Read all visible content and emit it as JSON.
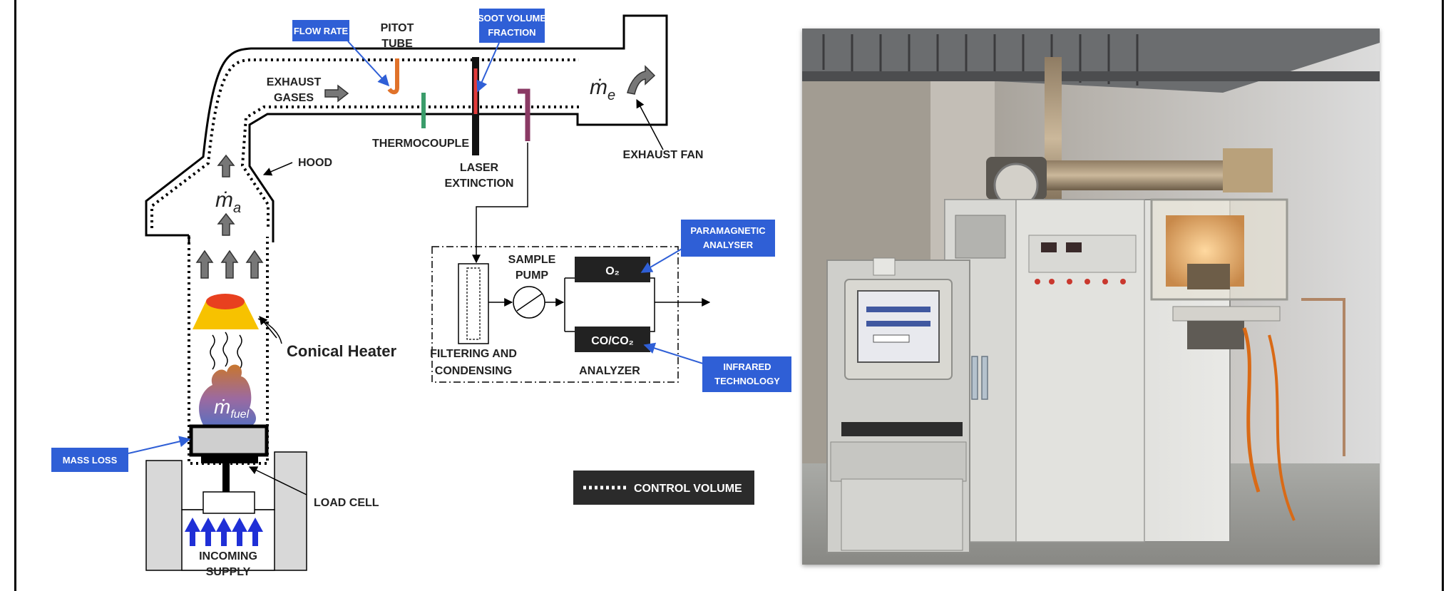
{
  "diagram": {
    "labels": {
      "flow_rate": "FLOW RATE",
      "pitot_tube": [
        "PITOT",
        "TUBE"
      ],
      "soot_volume_fraction": [
        "SOOT VOLUME",
        "FRACTION"
      ],
      "exhaust_gases": [
        "EXHAUST",
        "GASES"
      ],
      "m_e": "ṁ",
      "m_e_sub": "e",
      "thermocouple": "THERMOCOUPLE",
      "laser_extinction": [
        "LASER",
        "EXTINCTION"
      ],
      "exhaust_fan": "EXHAUST FAN",
      "hood": "HOOD",
      "m_a": "ṁ",
      "m_a_sub": "a",
      "paramagnetic_analyser": [
        "PARAMAGNETIC",
        "ANALYSER"
      ],
      "sample_pump": [
        "SAMPLE",
        "PUMP"
      ],
      "o2": "O₂",
      "co_co2": "CO/CO₂",
      "filtering_condensing": [
        "FILTERING AND",
        "CONDENSING"
      ],
      "analyzer": "ANALYZER",
      "infrared_technology": [
        "INFRARED",
        "TECHNOLOGY"
      ],
      "conical_heater": "Conical Heater",
      "m_fuel": "ṁ",
      "m_fuel_sub": "fuel",
      "mass_loss": "MASS LOSS",
      "load_cell": "LOAD CELL",
      "incoming_supply": [
        "INCOMING",
        "SUPPLY"
      ],
      "control_volume": "CONTROL VOLUME"
    },
    "colors": {
      "tag_blue": "#2f5fd6",
      "heater_red": "#e8401f",
      "heater_yellow": "#f7c200",
      "pitot_orange": "#e0722a",
      "thermocouple_green": "#3a9c6a",
      "laser_red": "#e23a3a",
      "sample_purple": "#8a3a64",
      "flame_orange": "#c8762e",
      "flame_blue": "#5a6fbf"
    }
  },
  "photo": {
    "description_icon": "cone-calorimeter-photo"
  }
}
